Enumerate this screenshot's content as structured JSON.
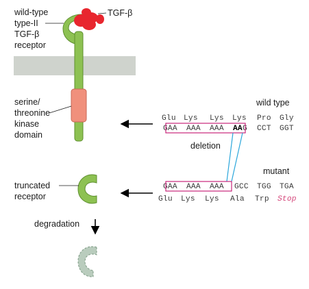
{
  "labels": {
    "receptor": [
      "wild-type",
      "type-II",
      "TGF-β",
      "receptor"
    ],
    "ligand": "TGF-β",
    "kinase": [
      "serine/",
      "threonine",
      "kinase",
      "domain"
    ],
    "truncated": [
      "truncated",
      "receptor"
    ],
    "degradation": "degradation",
    "wild_type": "wild type",
    "deletion": "deletion",
    "mutant": "mutant"
  },
  "wild_type_sequence": {
    "amino_acids": [
      "Glu",
      "Lys",
      "Lys",
      "Lys",
      "Pro",
      "Gly"
    ],
    "codons": [
      "GAA",
      "AAA",
      "AAA",
      "AAG",
      "CCT",
      "GGT"
    ],
    "deleted_bases": "AA"
  },
  "mutant_sequence": {
    "codons": [
      "GAA",
      "AAA",
      "AAA",
      "GCC",
      "TGG",
      "TGA"
    ],
    "amino_acids": [
      "Glu",
      "Lys",
      "Lys",
      "Ala",
      "Trp",
      "Stop"
    ]
  },
  "colors": {
    "receptor": "#8dc152",
    "receptor_stroke": "#5e8f2f",
    "ligand": "#e8262e",
    "kinase": "#f0907c",
    "membrane": "#cfd3cd",
    "degraded": "#b9ccbd",
    "stop": "#d4457a",
    "deletion_line": "#2aa6db",
    "highlight_box": "#c8247a"
  }
}
